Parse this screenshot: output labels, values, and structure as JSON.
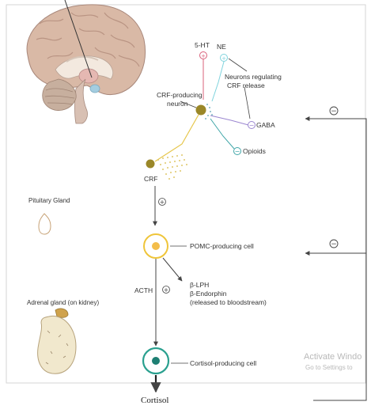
{
  "labels": {
    "serotonin": "5-HT",
    "norepinephrine": "NE",
    "neurons_regulating_line1": "Neurons regulating",
    "neurons_regulating_line2": "CRF release",
    "crf_neuron_line1": "CRF-producing",
    "crf_neuron_line2": "neuron",
    "gaba": "GABA",
    "opioids": "Opioids",
    "crf": "CRF",
    "pituitary": "Pituitary Gland",
    "pomc_cell": "POMC-producing cell",
    "acth": "ACTH",
    "beta_lph": "β-LPH",
    "beta_endorphin": "β-Endorphin",
    "released": "(released to bloodstream)",
    "adrenal": "Adrenal gland (on kidney)",
    "cortisol_cell": "Cortisol-producing cell",
    "cortisol": "Cortisol"
  },
  "signs": {
    "plus": "+",
    "minus": "−",
    "stimulate": "⊕",
    "inhibit": "⊖"
  },
  "watermark": {
    "line1": "Activate Windo",
    "line2": "Go to Settings to"
  },
  "colors": {
    "serotonin": "#d9607a",
    "norepinephrine": "#7fd3dd",
    "gaba": "#9b86d0",
    "opioids": "#3fa6a8",
    "crf_neuron": "#9a8728",
    "crf_axon": "#e6c64a",
    "pomc_ring": "#efc53a",
    "pomc_core": "#f3bd4a",
    "cortisol_ring": "#2aa08f",
    "cortisol_core": "#1e7f73",
    "arrow": "#444444"
  }
}
